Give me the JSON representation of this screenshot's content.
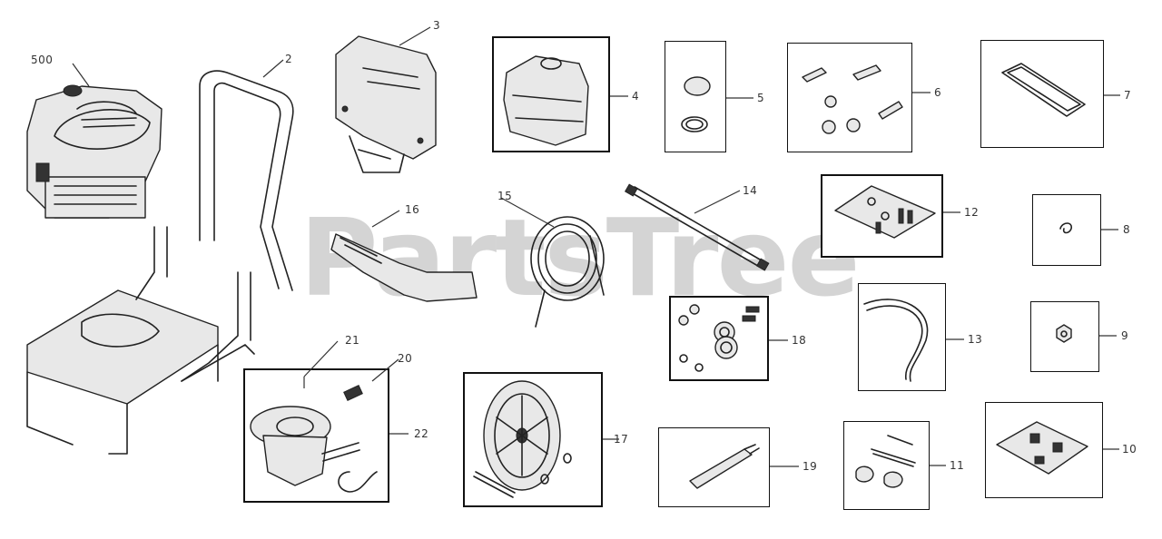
{
  "diagram": {
    "watermark": "PartsTree",
    "watermark_tm": "™",
    "callouts": [
      {
        "key": "engine",
        "text": "500"
      },
      {
        "key": "handle",
        "text": "2"
      },
      {
        "key": "panel",
        "text": "3"
      },
      {
        "key": "fuel_tank",
        "text": "4"
      },
      {
        "key": "fuel_cap",
        "text": "5"
      },
      {
        "key": "hardware_6",
        "text": "6"
      },
      {
        "key": "bracket_7",
        "text": "7"
      },
      {
        "key": "clip_8",
        "text": "8"
      },
      {
        "key": "nut_9",
        "text": "9"
      },
      {
        "key": "kit_10",
        "text": "10"
      },
      {
        "key": "bolts_11",
        "text": "11"
      },
      {
        "key": "kit_12",
        "text": "12"
      },
      {
        "key": "hose_13",
        "text": "13"
      },
      {
        "key": "lance_14",
        "text": "14"
      },
      {
        "key": "hose_15",
        "text": "15"
      },
      {
        "key": "gun_16",
        "text": "16"
      },
      {
        "key": "wheel_17",
        "text": "17"
      },
      {
        "key": "kit_18",
        "text": "18"
      },
      {
        "key": "nozzle_19",
        "text": "19"
      },
      {
        "key": "fitting_20",
        "text": "20"
      },
      {
        "key": "pump_21",
        "text": "21"
      },
      {
        "key": "pump_assy_22",
        "text": "22"
      }
    ]
  }
}
